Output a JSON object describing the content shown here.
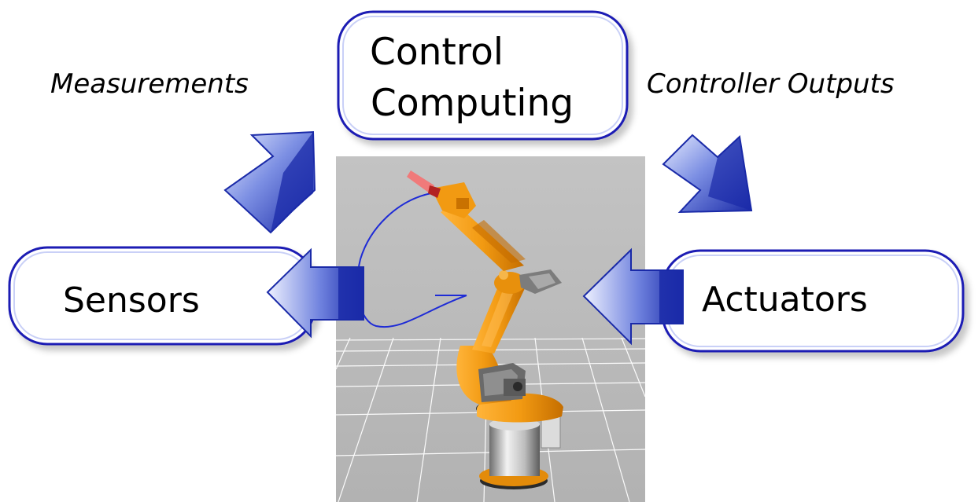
{
  "diagram": {
    "control_box": {
      "line1": "Control",
      "line2": "Computing"
    },
    "sensors_box": {
      "label": "Sensors"
    },
    "actuators_box": {
      "label": "Actuators"
    },
    "measurements_label": "Measurements",
    "controller_outputs_label": "Controller Outputs"
  },
  "colors": {
    "box_border": "#1e1eb4",
    "arrow_dark": "#1a2aa8",
    "arrow_light": "#a9b8f0",
    "robot_orange": "#f29a12",
    "scene_bg": "#bdbdbd",
    "trajectory": "#1e2bd6"
  }
}
